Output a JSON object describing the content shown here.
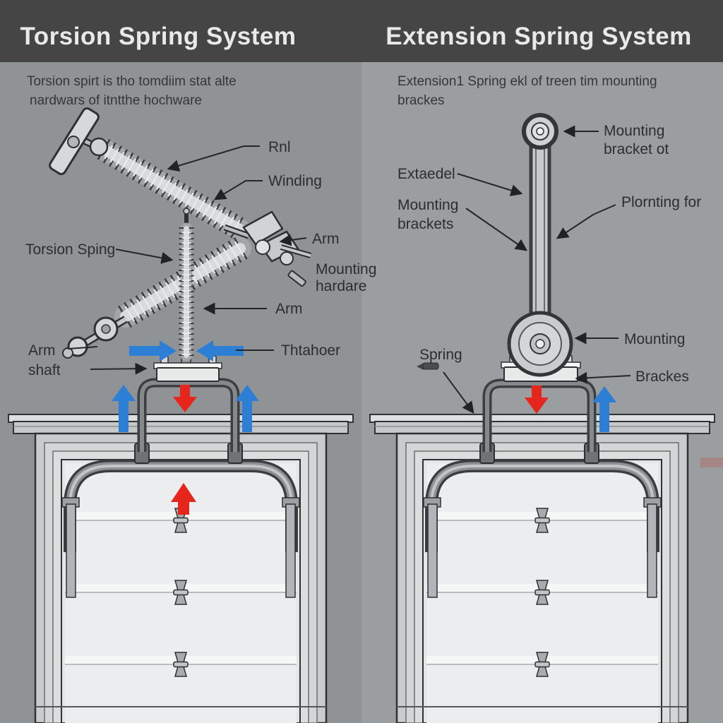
{
  "panels": {
    "torsion": {
      "title": "Torsion Spring System",
      "subtitle_line1": "Torsion spirt is tho tomdiim stat alte",
      "subtitle_line2": "nardwars of itntthe hochware",
      "labels": {
        "rod": "Rnl",
        "winding": "Winding",
        "arm_upper": "Arm",
        "mounting_hardware_line1": "Mounting",
        "mounting_hardware_line2": "hardare",
        "arm_lower": "Arm",
        "tensioner": "Thtahoer",
        "torsion_spring": "Torsion Sping",
        "arm_shaft_line1": "Arm",
        "arm_shaft_line2": "shaft"
      }
    },
    "extension": {
      "title": "Extension Spring System",
      "subtitle_line1": "Extension1 Spring ekl of treen tim mounting",
      "subtitle_line2": "brackes",
      "labels": {
        "mounting_bracket_top_line1": "Mounting",
        "mounting_bracket_top_line2": "bracket ot",
        "extended": "Extaedel",
        "mounting_brackets_line1": "Mounting",
        "mounting_brackets_line2": "brackets",
        "pointing_for": "Plornting for",
        "mounting_pulley": "Mounting",
        "brackets_plate": "Brackes",
        "spring": "Spring"
      }
    }
  },
  "colors": {
    "header_bg": "#454545",
    "panel_bg_left": "#909395",
    "panel_bg_right": "#9b9ea0",
    "arrow_blue": "#2d7fd6",
    "arrow_red": "#e6261c",
    "ink": "#2b2d2f",
    "door_white": "#ecedee"
  }
}
